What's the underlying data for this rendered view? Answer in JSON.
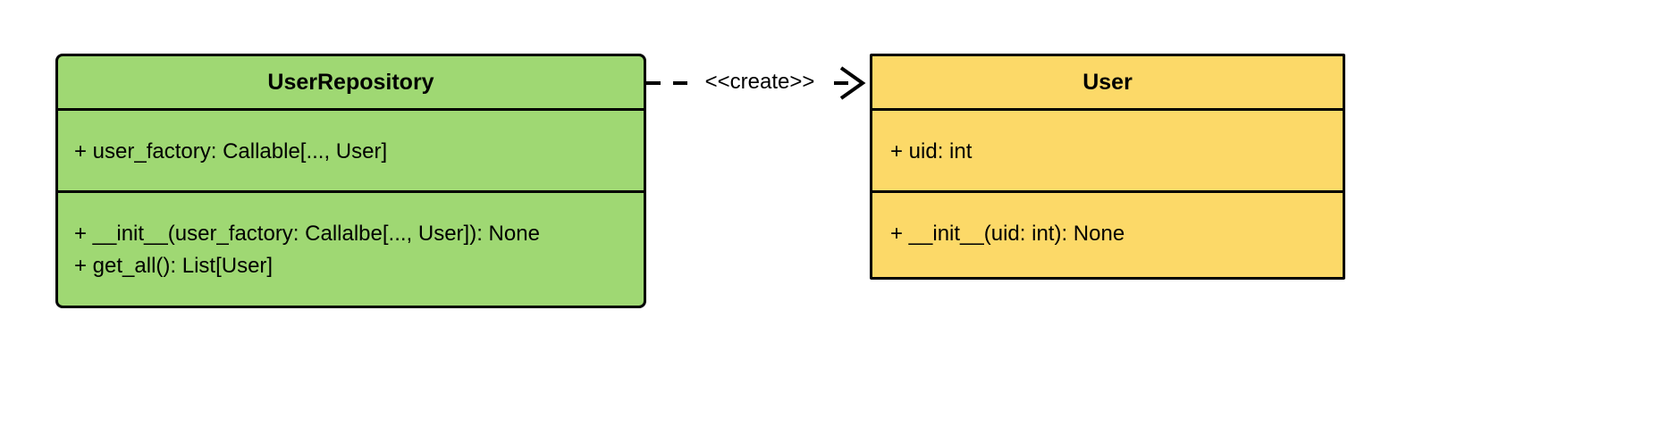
{
  "diagram": {
    "type": "uml-class-diagram",
    "background": "#ffffff",
    "classes": [
      {
        "id": "UserRepository",
        "name": "UserRepository",
        "fill": "#9fd873",
        "stroke": "#000000",
        "attributes": [
          "+ user_factory: Callable[..., User]"
        ],
        "methods": [
          "+ __init__(user_factory: Callalbe[..., User]): None",
          "+ get_all(): List[User]"
        ]
      },
      {
        "id": "User",
        "name": "User",
        "fill": "#fcd968",
        "stroke": "#000000",
        "attributes": [
          "+ uid: int"
        ],
        "methods": [
          "+ __init__(uid: int): None"
        ]
      }
    ],
    "relationships": [
      {
        "id": "create-dependency",
        "kind": "dependency",
        "stereotype": "<<create>>",
        "source": "UserRepository",
        "target": "User",
        "line_style": "dashed",
        "arrow_head": "open",
        "direction": "right"
      }
    ]
  }
}
